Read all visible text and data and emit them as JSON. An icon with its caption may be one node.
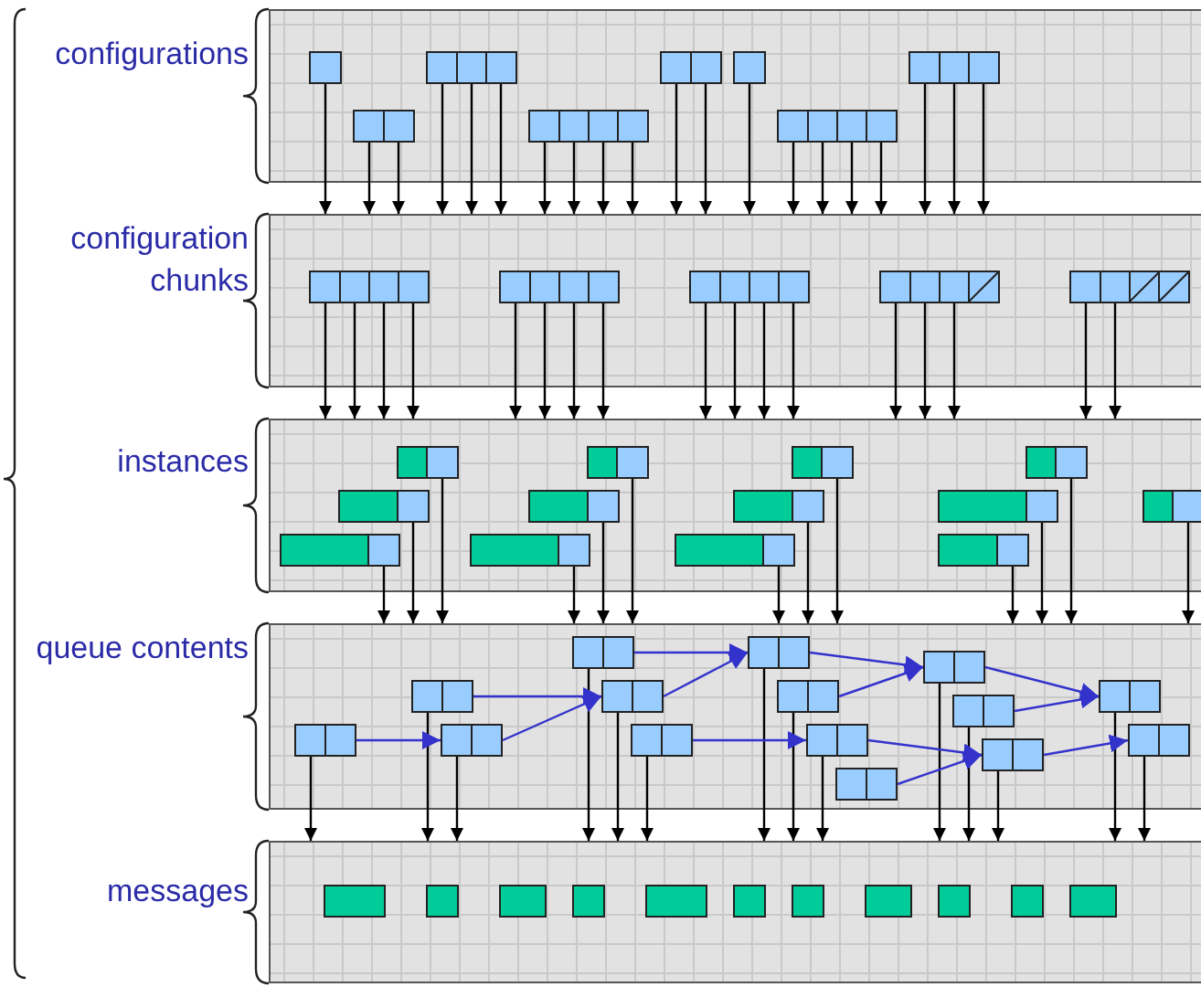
{
  "diagram": {
    "nodes": [
      {
        "text": [
          "configurations"
        ]
      },
      {
        "text": [],
        "shape": "box",
        "in": 0
      },
      {
        "text": [],
        "shape": "box",
        "in": 0
      },
      {
        "text": [],
        "shape": "box",
        "in": 0
      },
      {
        "text": [],
        "shape": "box",
        "in": 0
      },
      {
        "text": [],
        "shape": "box",
        "in": 0
      },
      {
        "text": [],
        "shape": "box",
        "in": 0
      },
      {
        "text": [],
        "shape": "box",
        "in": 0
      },
      {
        "text": [],
        "shape": "box",
        "in": 0
      },
      {
        "text": [
          "configuration chunks"
        ]
      },
      {
        "text": [],
        "shape": "box",
        "in": 9
      },
      {
        "text": [],
        "shape": "box",
        "in": 9
      },
      {
        "text": [],
        "shape": "box",
        "in": 9
      },
      {
        "text": [],
        "shape": "box",
        "in": 9
      },
      {
        "text": [],
        "shape": "box",
        "in": 9
      },
      {
        "text": [
          "instances"
        ]
      },
      {
        "text": [],
        "shape": "bar",
        "in": 15
      },
      {
        "text": [],
        "shape": "bar",
        "in": 15
      },
      {
        "text": [],
        "shape": "bar",
        "in": 15
      },
      {
        "text": [],
        "shape": "bar",
        "in": 15
      },
      {
        "text": [],
        "shape": "bar",
        "in": 15
      },
      {
        "text": [],
        "shape": "bar",
        "in": 15
      },
      {
        "text": [],
        "shape": "bar",
        "in": 15
      },
      {
        "text": [],
        "shape": "bar",
        "in": 15
      },
      {
        "text": [],
        "shape": "bar",
        "in": 15
      },
      {
        "text": [],
        "shape": "bar",
        "in": 15
      },
      {
        "text": [],
        "shape": "bar",
        "in": 15
      },
      {
        "text": [],
        "shape": "bar",
        "in": 15
      },
      {
        "text": [],
        "shape": "bar",
        "in": 15
      },
      {
        "text": [
          "queue contents"
        ]
      },
      {
        "text": [],
        "shape": "box",
        "in": 29
      },
      {
        "text": [],
        "shape": "box",
        "in": 29
      },
      {
        "text": [],
        "shape": "box",
        "in": 29
      },
      {
        "text": [],
        "shape": "box",
        "in": 29
      },
      {
        "text": [],
        "shape": "box",
        "in": 29
      },
      {
        "text": [],
        "shape": "box",
        "in": 29
      },
      {
        "text": [],
        "shape": "box",
        "in": 29
      },
      {
        "text": [],
        "shape": "box",
        "in": 29
      },
      {
        "text": [],
        "shape": "box",
        "in": 29
      },
      {
        "text": [],
        "shape": "box",
        "in": 29
      },
      {
        "text": [],
        "shape": "box",
        "in": 29
      },
      {
        "text": [],
        "shape": "box",
        "in": 29
      },
      {
        "text": [],
        "shape": "box",
        "in": 29
      },
      {
        "text": [],
        "shape": "box",
        "in": 29
      },
      {
        "text": [],
        "shape": "box",
        "in": 29
      },
      {
        "text": [
          "messages"
        ]
      },
      {
        "text": [],
        "shape": "box",
        "in": 45
      },
      {
        "text": [],
        "shape": "box",
        "in": 45
      },
      {
        "text": [],
        "shape": "box",
        "in": 45
      },
      {
        "text": [],
        "shape": "box",
        "in": 45
      },
      {
        "text": [],
        "shape": "box",
        "in": 45
      },
      {
        "text": [],
        "shape": "box",
        "in": 45
      },
      {
        "text": [],
        "shape": "box",
        "in": 45
      },
      {
        "text": [],
        "shape": "box",
        "in": 45
      },
      {
        "text": [],
        "shape": "box",
        "in": 45
      },
      {
        "text": [],
        "shape": "box",
        "in": 45
      },
      {
        "text": [],
        "shape": "box",
        "in": 45
      }
    ],
    "edges": [
      {
        "from": 1,
        "to": 9,
        "arrow": "to"
      },
      {
        "from": 2,
        "to": 9,
        "arrow": "to"
      },
      {
        "from": 2,
        "to": 9,
        "arrow": "to"
      },
      {
        "from": 3,
        "to": 9,
        "arrow": "to"
      },
      {
        "from": 3,
        "to": 9,
        "arrow": "to"
      },
      {
        "from": 3,
        "to": 9,
        "arrow": "to"
      },
      {
        "from": 4,
        "to": 9,
        "arrow": "to"
      },
      {
        "from": 4,
        "to": 9,
        "arrow": "to"
      },
      {
        "from": 4,
        "to": 9,
        "arrow": "to"
      },
      {
        "from": 4,
        "to": 9,
        "arrow": "to"
      },
      {
        "from": 5,
        "to": 9,
        "arrow": "to"
      },
      {
        "from": 5,
        "to": 9,
        "arrow": "to"
      },
      {
        "from": 6,
        "to": 9,
        "arrow": "to"
      },
      {
        "from": 7,
        "to": 9,
        "arrow": "to"
      },
      {
        "from": 7,
        "to": 9,
        "arrow": "to"
      },
      {
        "from": 7,
        "to": 9,
        "arrow": "to"
      },
      {
        "from": 7,
        "to": 9,
        "arrow": "to"
      },
      {
        "from": 8,
        "to": 9,
        "arrow": "to"
      },
      {
        "from": 8,
        "to": 9,
        "arrow": "to"
      },
      {
        "from": 8,
        "to": 9,
        "arrow": "to"
      },
      {
        "from": 10,
        "to": 15,
        "arrow": "to"
      },
      {
        "from": 10,
        "to": 15,
        "arrow": "to"
      },
      {
        "from": 10,
        "to": 15,
        "arrow": "to"
      },
      {
        "from": 10,
        "to": 15,
        "arrow": "to"
      },
      {
        "from": 11,
        "to": 15,
        "arrow": "to"
      },
      {
        "from": 11,
        "to": 15,
        "arrow": "to"
      },
      {
        "from": 11,
        "to": 15,
        "arrow": "to"
      },
      {
        "from": 11,
        "to": 15,
        "arrow": "to"
      },
      {
        "from": 12,
        "to": 15,
        "arrow": "to"
      },
      {
        "from": 12,
        "to": 15,
        "arrow": "to"
      },
      {
        "from": 12,
        "to": 15,
        "arrow": "to"
      },
      {
        "from": 12,
        "to": 15,
        "arrow": "to"
      },
      {
        "from": 13,
        "to": 15,
        "arrow": "to"
      },
      {
        "from": 13,
        "to": 15,
        "arrow": "to"
      },
      {
        "from": 13,
        "to": 15,
        "arrow": "to"
      },
      {
        "from": 14,
        "to": 15,
        "arrow": "to"
      },
      {
        "from": 14,
        "to": 15,
        "arrow": "to"
      },
      {
        "from": 16,
        "to": 29,
        "arrow": "to"
      },
      {
        "from": 17,
        "to": 29,
        "arrow": "to"
      },
      {
        "from": 18,
        "to": 29,
        "arrow": "to"
      },
      {
        "from": 19,
        "to": 29,
        "arrow": "to"
      },
      {
        "from": 20,
        "to": 29,
        "arrow": "to"
      },
      {
        "from": 21,
        "to": 29,
        "arrow": "to"
      },
      {
        "from": 22,
        "to": 29,
        "arrow": "to"
      },
      {
        "from": 23,
        "to": 29,
        "arrow": "to"
      },
      {
        "from": 24,
        "to": 29,
        "arrow": "to"
      },
      {
        "from": 25,
        "to": 29,
        "arrow": "to"
      },
      {
        "from": 26,
        "to": 29,
        "arrow": "to"
      },
      {
        "from": 27,
        "to": 29,
        "arrow": "to"
      },
      {
        "from": 28,
        "to": 29,
        "arrow": "to"
      },
      {
        "from": 30,
        "to": 45,
        "arrow": "to"
      },
      {
        "from": 31,
        "to": 45,
        "arrow": "to"
      },
      {
        "from": 32,
        "to": 45,
        "arrow": "to"
      },
      {
        "from": 33,
        "to": 45,
        "arrow": "to"
      },
      {
        "from": 34,
        "to": 45,
        "arrow": "to"
      },
      {
        "from": 35,
        "to": 45,
        "arrow": "to"
      },
      {
        "from": 36,
        "to": 45,
        "arrow": "to"
      },
      {
        "from": 37,
        "to": 45,
        "arrow": "to"
      },
      {
        "from": 38,
        "to": 45,
        "arrow": "to"
      },
      {
        "from": 40,
        "to": 45,
        "arrow": "to"
      },
      {
        "from": 41,
        "to": 45,
        "arrow": "to"
      },
      {
        "from": 42,
        "to": 45,
        "arrow": "to"
      },
      {
        "from": 43,
        "to": 45,
        "arrow": "to"
      },
      {
        "from": 44,
        "to": 45,
        "arrow": "to"
      },
      {
        "from": 30,
        "to": 32,
        "arrow": "to",
        "color": "#3333cc"
      },
      {
        "from": 31,
        "to": 34,
        "arrow": "to",
        "color": "#3333cc"
      },
      {
        "from": 32,
        "to": 34,
        "arrow": "to",
        "color": "#3333cc"
      },
      {
        "from": 33,
        "to": 36,
        "arrow": "to",
        "color": "#3333cc"
      },
      {
        "from": 34,
        "to": 36,
        "arrow": "to",
        "color": "#3333cc"
      },
      {
        "from": 35,
        "to": 38,
        "arrow": "to",
        "color": "#3333cc"
      },
      {
        "from": 36,
        "to": 40,
        "arrow": "to",
        "color": "#3333cc"
      },
      {
        "from": 37,
        "to": 40,
        "arrow": "to",
        "color": "#3333cc"
      },
      {
        "from": 38,
        "to": 42,
        "arrow": "to",
        "color": "#3333cc"
      },
      {
        "from": 39,
        "to": 42,
        "arrow": "to",
        "color": "#3333cc"
      },
      {
        "from": 40,
        "to": 43,
        "arrow": "to",
        "color": "#3333cc"
      },
      {
        "from": 41,
        "to": 43,
        "arrow": "to",
        "color": "#3333cc"
      },
      {
        "from": 42,
        "to": 44,
        "arrow": "to",
        "color": "#3333cc"
      }
    ]
  }
}
